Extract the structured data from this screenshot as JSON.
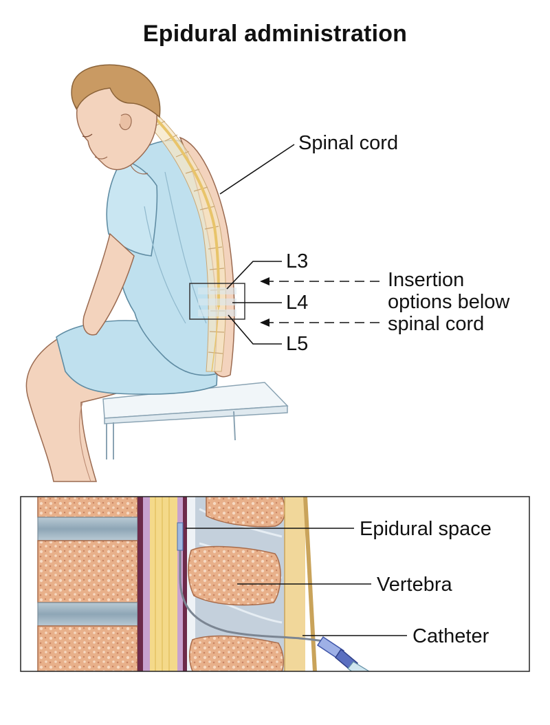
{
  "title": "Epidural administration",
  "labels": {
    "spinal_cord": "Spinal cord",
    "l3": "L3",
    "l4": "L4",
    "l5": "L5",
    "insertion_line1": "Insertion",
    "insertion_line2": "options below",
    "insertion_line3": "spinal cord",
    "epidural_space": "Epidural space",
    "vertebra": "Vertebra",
    "catheter": "Catheter"
  },
  "colors": {
    "gown": "#bfe0ee",
    "skin": "#f3d3bd",
    "hair": "#c99a63",
    "spinal_cord": "#e8c46a",
    "bone": "#e3a97f",
    "disc": "#9fb4c2",
    "catheter": "#5a6fc0"
  }
}
